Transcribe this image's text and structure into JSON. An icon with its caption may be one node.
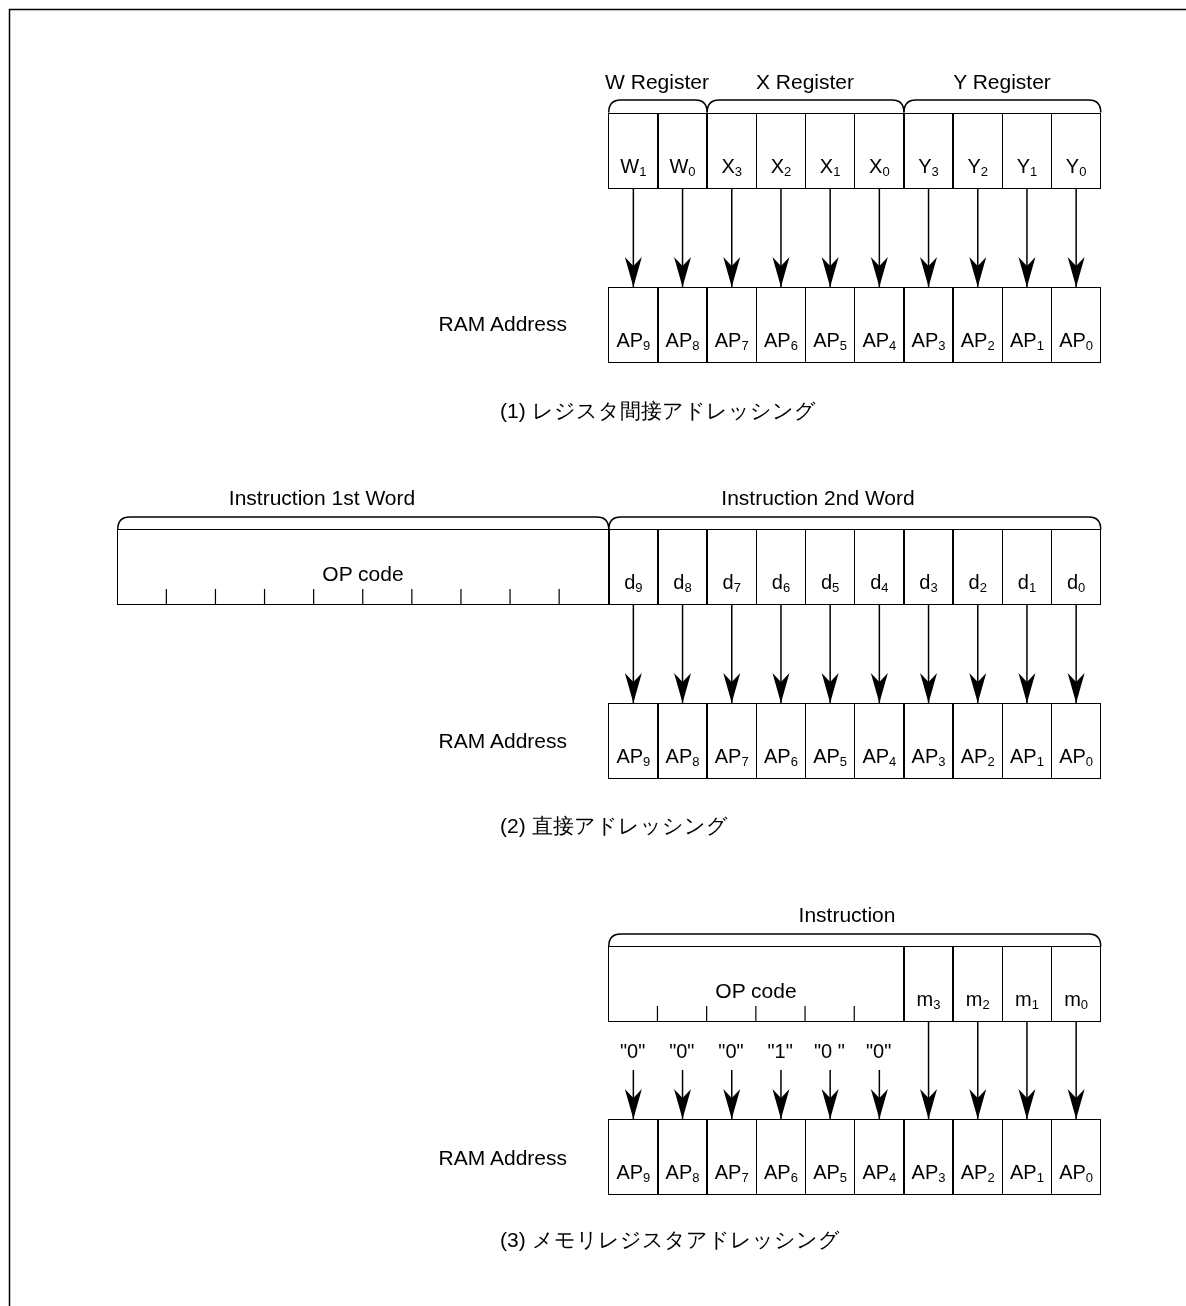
{
  "diagram": {
    "nodes": [
      {
        "text": [
          "W$_{1}$"
        ]
      },
      {
        "text": [
          "W$_{0}$"
        ]
      },
      {
        "text": [
          "X$_{3}$"
        ]
      },
      {
        "text": [
          "X$_{2}$"
        ]
      },
      {
        "text": [
          "X$_{1}$"
        ]
      },
      {
        "text": [
          "X$_{0}$"
        ]
      },
      {
        "text": [
          "Y$_{3}$"
        ]
      },
      {
        "text": [
          "Y$_{2}$"
        ]
      },
      {
        "text": [
          "Y$_{1}$"
        ]
      },
      {
        "text": [
          "Y$_{0}$"
        ]
      },
      {
        "text": [
          "AP$_{9}$"
        ]
      },
      {
        "text": [
          "AP$_{8}$"
        ]
      },
      {
        "text": [
          "AP$_{7}$"
        ]
      },
      {
        "text": [
          "AP$_{6}$"
        ]
      },
      {
        "text": [
          "AP$_{5}$"
        ]
      },
      {
        "text": [
          "AP$_{4}$"
        ]
      },
      {
        "text": [
          "AP$_{3}$"
        ]
      },
      {
        "text": [
          "AP$_{2}$"
        ]
      },
      {
        "text": [
          "AP$_{1}$"
        ]
      },
      {
        "text": [
          "AP$_{0}$"
        ]
      },
      {
        "text": [
          "OP code"
        ]
      },
      {
        "text": [
          "d$_{9}$"
        ]
      },
      {
        "text": [
          "d$_{8}$"
        ]
      },
      {
        "text": [
          "d$_{7}$"
        ]
      },
      {
        "text": [
          "d$_{6}$"
        ]
      },
      {
        "text": [
          "d$_{5}$"
        ]
      },
      {
        "text": [
          "d$_{4}$"
        ]
      },
      {
        "text": [
          "d$_{3}$"
        ]
      },
      {
        "text": [
          "d$_{2}$"
        ]
      },
      {
        "text": [
          "d$_{1}$"
        ]
      },
      {
        "text": [
          "d$_{0}$"
        ]
      },
      {
        "text": [
          "AP$_{9}$"
        ]
      },
      {
        "text": [
          "AP$_{8}$"
        ]
      },
      {
        "text": [
          "AP$_{7}$"
        ]
      },
      {
        "text": [
          "AP$_{6}$"
        ]
      },
      {
        "text": [
          "AP$_{5}$"
        ]
      },
      {
        "text": [
          "AP$_{4}$"
        ]
      },
      {
        "text": [
          "AP$_{3}$"
        ]
      },
      {
        "text": [
          "AP$_{2}$"
        ]
      },
      {
        "text": [
          "AP$_{1}$"
        ]
      },
      {
        "text": [
          "AP$_{0}$"
        ]
      },
      {
        "text": [
          "OP code"
        ]
      },
      {
        "text": [
          "m$_{3}$"
        ]
      },
      {
        "text": [
          "m$_{2}$"
        ]
      },
      {
        "text": [
          "m$_{1}$"
        ]
      },
      {
        "text": [
          "m$_{0}$"
        ]
      },
      {
        "text": [
          "\"0\""
        ]
      },
      {
        "text": [
          "\"0\""
        ]
      },
      {
        "text": [
          "\"0\""
        ]
      },
      {
        "text": [
          "\"1\""
        ]
      },
      {
        "text": [
          "\"0 \""
        ]
      },
      {
        "text": [
          "\"0\""
        ]
      },
      {
        "text": [
          "AP$_{9}$"
        ]
      },
      {
        "text": [
          "AP$_{8}$"
        ]
      },
      {
        "text": [
          "AP$_{7}$"
        ]
      },
      {
        "text": [
          "AP$_{6}$"
        ]
      },
      {
        "text": [
          "AP$_{5}$"
        ]
      },
      {
        "text": [
          "AP$_{4}$"
        ]
      },
      {
        "text": [
          "AP$_{3}$"
        ]
      },
      {
        "text": [
          "AP$_{2}$"
        ]
      },
      {
        "text": [
          "AP$_{1}$"
        ]
      },
      {
        "text": [
          "AP$_{0}$"
        ]
      }
    ],
    "edges": [
      {
        "from": 0,
        "to": 10,
        "arrow": "to"
      },
      {
        "from": 1,
        "to": 11,
        "arrow": "to"
      },
      {
        "from": 2,
        "to": 12,
        "arrow": "to"
      },
      {
        "from": 3,
        "to": 13,
        "arrow": "to"
      },
      {
        "from": 4,
        "to": 14,
        "arrow": "to"
      },
      {
        "from": 5,
        "to": 15,
        "arrow": "to"
      },
      {
        "from": 6,
        "to": 16,
        "arrow": "to"
      },
      {
        "from": 7,
        "to": 17,
        "arrow": "to"
      },
      {
        "from": 8,
        "to": 18,
        "arrow": "to"
      },
      {
        "from": 9,
        "to": 19,
        "arrow": "to"
      },
      {
        "from": 21,
        "to": 31,
        "arrow": "to"
      },
      {
        "from": 22,
        "to": 32,
        "arrow": "to"
      },
      {
        "from": 23,
        "to": 33,
        "arrow": "to"
      },
      {
        "from": 24,
        "to": 34,
        "arrow": "to"
      },
      {
        "from": 25,
        "to": 35,
        "arrow": "to"
      },
      {
        "from": 26,
        "to": 36,
        "arrow": "to"
      },
      {
        "from": 27,
        "to": 37,
        "arrow": "to"
      },
      {
        "from": 28,
        "to": 38,
        "arrow": "to"
      },
      {
        "from": 29,
        "to": 39,
        "arrow": "to"
      },
      {
        "from": 30,
        "to": 40,
        "arrow": "to"
      },
      {
        "from": 46,
        "to": 52,
        "arrow": "to"
      },
      {
        "from": 47,
        "to": 53,
        "arrow": "to"
      },
      {
        "from": 48,
        "to": 54,
        "arrow": "to"
      },
      {
        "from": 49,
        "to": 55,
        "arrow": "to"
      },
      {
        "from": 50,
        "to": 56,
        "arrow": "to"
      },
      {
        "from": 51,
        "to": 57,
        "arrow": "to"
      },
      {
        "from": 42,
        "to": 58,
        "arrow": "to"
      },
      {
        "from": 43,
        "to": 59,
        "arrow": "to"
      },
      {
        "from": 44,
        "to": 60,
        "arrow": "to"
      },
      {
        "from": 45,
        "to": 61,
        "arrow": "to"
      }
    ],
    "labels": [
      "W Register",
      "X Register",
      "Y Register",
      "RAM Address",
      "(1) レジスタ間接アドレッシング",
      "Instruction 1st Word",
      "Instruction 2nd Word",
      "RAM Address",
      "(2) 直接アドレッシング",
      "Instruction",
      "RAM Address",
      "(3) メモリレジスタアドレッシング"
    ]
  }
}
